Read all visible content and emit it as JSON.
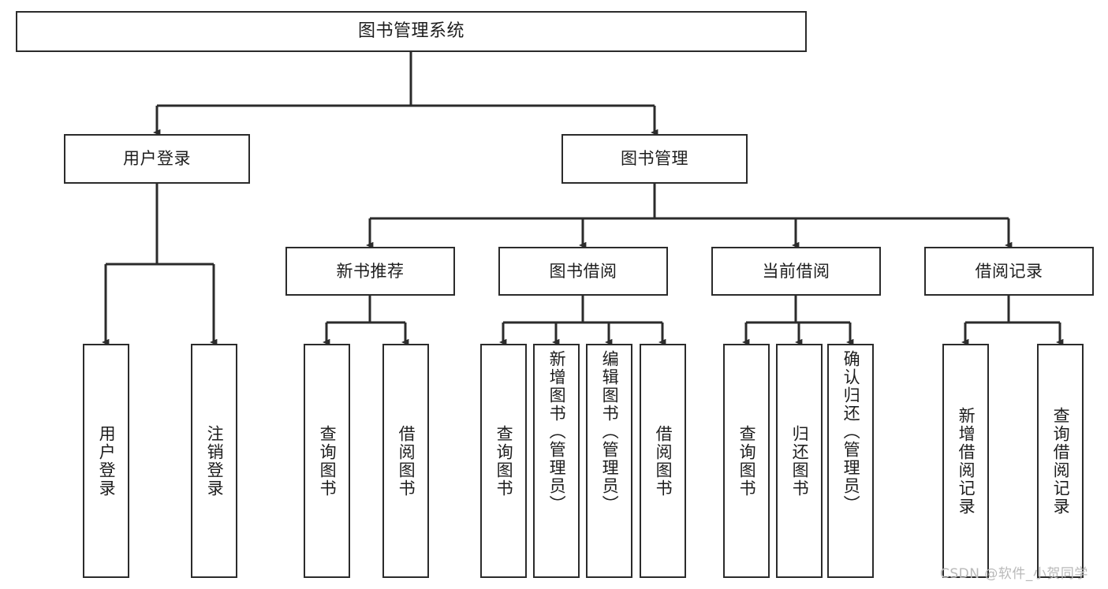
{
  "diagram": {
    "type": "tree-hierarchy",
    "title": "图书管理系统",
    "orientation": "top-down",
    "colors": {
      "box_border": "#2b2b2b",
      "box_fill": "#ffffff",
      "connector": "#2b2b2b",
      "text": "#1d1d1d",
      "watermark": "#b9b9b9",
      "background": "#ffffff"
    },
    "nodes": {
      "root": {
        "label": "图书管理系统"
      },
      "level2": [
        {
          "id": "user-login",
          "label": "用户登录"
        },
        {
          "id": "book-manage",
          "label": "图书管理"
        }
      ],
      "level3": [
        {
          "id": "new-book-recommend",
          "label": "新书推荐"
        },
        {
          "id": "book-borrow",
          "label": "图书借阅"
        },
        {
          "id": "current-borrow",
          "label": "当前借阅"
        },
        {
          "id": "borrow-record",
          "label": "借阅记录"
        }
      ],
      "leaves": {
        "user_login": [
          {
            "id": "leaf-user-login",
            "label": "用户登录"
          },
          {
            "id": "leaf-logout-login",
            "label": "注销登录"
          }
        ],
        "new_book_recommend": [
          {
            "id": "leaf-query-book-1",
            "label": "查询图书"
          },
          {
            "id": "leaf-borrow-book-1",
            "label": "借阅图书"
          }
        ],
        "book_borrow": [
          {
            "id": "leaf-query-book-2",
            "label": "查询图书"
          },
          {
            "id": "leaf-add-book",
            "label": "新增图书（管理员）"
          },
          {
            "id": "leaf-edit-book",
            "label": "编辑图书（管理员）"
          },
          {
            "id": "leaf-borrow-book-2",
            "label": "借阅图书"
          }
        ],
        "current_borrow": [
          {
            "id": "leaf-query-book-3",
            "label": "查询图书"
          },
          {
            "id": "leaf-return-book",
            "label": "归还图书"
          },
          {
            "id": "leaf-confirm-return",
            "label": "确认归还（管理员）"
          }
        ],
        "borrow_record": [
          {
            "id": "leaf-add-record",
            "label": "新增借阅记录"
          },
          {
            "id": "leaf-query-record",
            "label": "查询借阅记录"
          }
        ]
      }
    },
    "watermark": "CSDN @软件_小贺同学"
  }
}
